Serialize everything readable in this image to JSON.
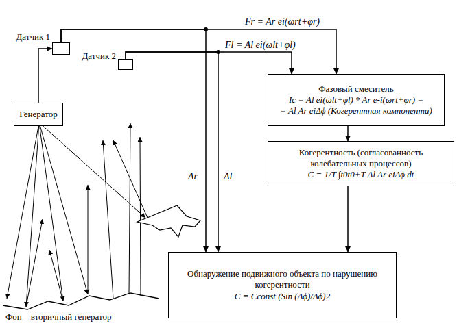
{
  "diagram": {
    "nodes": [
      {
        "text": [
          "Датчик 1"
        ]
      },
      {
        "text": [
          "Датчик 2"
        ]
      },
      {
        "text": [
          "Генератор"
        ]
      },
      {
        "text": [
          "Фазовый смеситель",
          "Ic = Al ei(ωlt+φl) * Ar e-i(ωrt+φr) =",
          "= Al Ar eiΔϕ (Когерентная компонента)"
        ]
      },
      {
        "text": [
          "Когерентность (согласованность колебательных процессов)",
          "C = 1/T ∫t0t0+T Al Ar eiΔϕ dt"
        ]
      },
      {
        "text": [
          "Обнаружение подвижного объекта по нарушению когерентности",
          "C = Cconst (Sin (Δϕ)/Δϕ)2"
        ]
      }
    ],
    "edges": [
      {
        "from": 0,
        "to": 3,
        "arrow": "to",
        "label": "Fr = Ar ei(ωrt+φr)"
      },
      {
        "from": 0,
        "to": 5,
        "arrow": "to",
        "label": "Ar"
      },
      {
        "from": 1,
        "to": 3,
        "arrow": "to",
        "label": "Fl = Al ei(ωlt+φl)"
      },
      {
        "from": 1,
        "to": 5,
        "arrow": "to",
        "label": "Al"
      },
      {
        "from": 2,
        "to": 0,
        "arrow": "to"
      },
      {
        "from": 3,
        "to": 4,
        "arrow": "to"
      },
      {
        "from": 4,
        "to": 5,
        "arrow": "to"
      }
    ],
    "labels": [
      "Фон – вторичный генератор"
    ]
  }
}
